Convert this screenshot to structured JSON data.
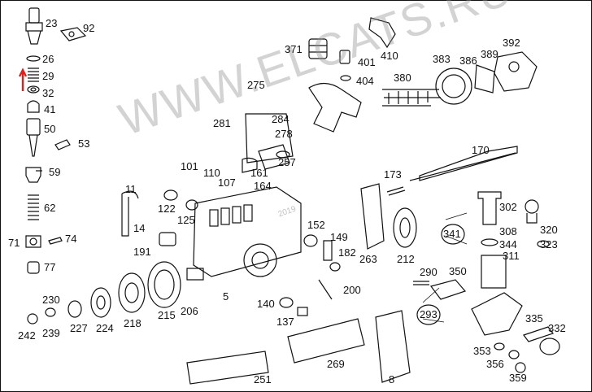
{
  "watermark": "WWW.ELCATS.RU",
  "watermark_year": "2019",
  "part_numbers": [
    "23",
    "92",
    "26",
    "29",
    "32",
    "41",
    "50",
    "53",
    "59",
    "62",
    "71",
    "74",
    "77",
    "371",
    "401",
    "404",
    "410",
    "383",
    "386",
    "389",
    "392",
    "275",
    "380",
    "281",
    "284",
    "278",
    "170",
    "257",
    "101",
    "110",
    "107",
    "161",
    "164",
    "11",
    "122",
    "125",
    "14",
    "173",
    "152",
    "149",
    "182",
    "191",
    "263",
    "212",
    "302",
    "308",
    "320",
    "341",
    "344",
    "323",
    "311",
    "290",
    "350",
    "5",
    "200",
    "230",
    "140",
    "293",
    "242",
    "239",
    "227",
    "224",
    "218",
    "215",
    "206",
    "137",
    "335",
    "332",
    "353",
    "356",
    "359",
    "269",
    "251",
    "8"
  ],
  "accent_color": "#e0201c"
}
